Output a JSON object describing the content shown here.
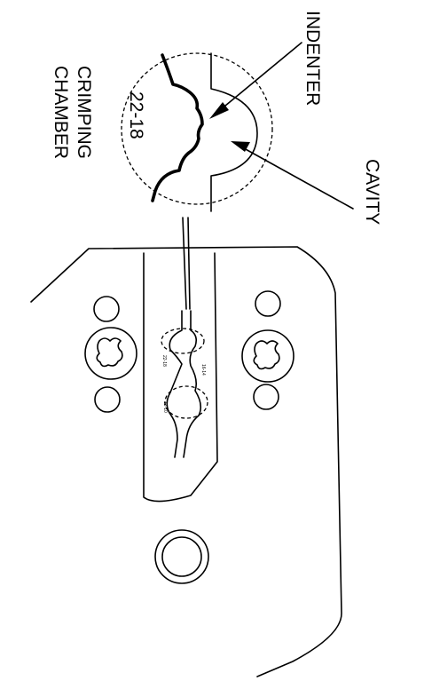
{
  "labels": {
    "crimping_chamber_line1": "CRIMPING",
    "crimping_chamber_line2": "CHAMBER",
    "gauge": "22-18",
    "indenter": "INDENTER",
    "cavity": "CAVITY"
  },
  "tool_markings": [
    "22-18",
    "16-14",
    "12-10"
  ]
}
